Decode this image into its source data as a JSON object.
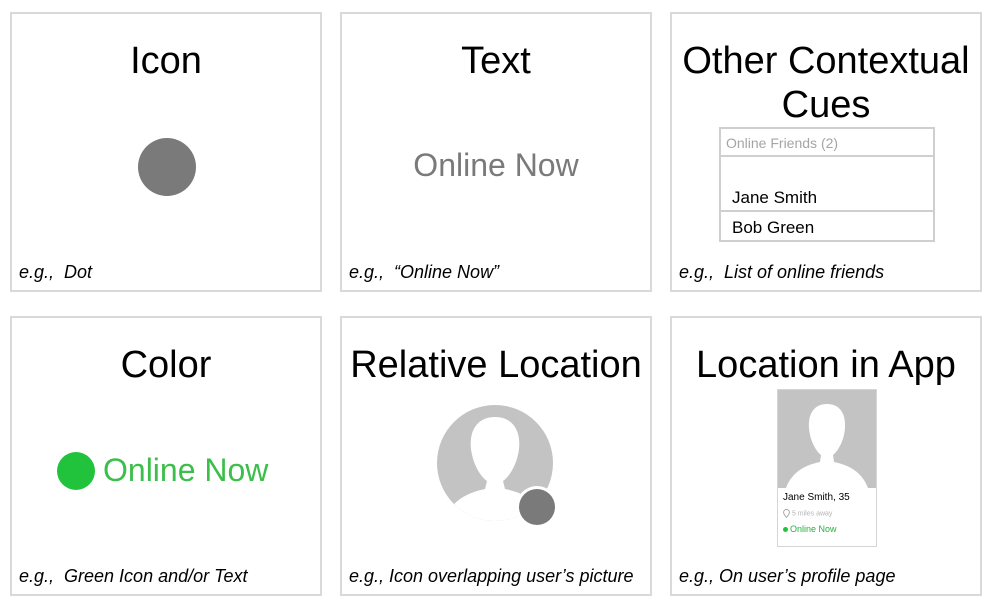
{
  "cards": {
    "icon": {
      "title": "Icon",
      "caption": "e.g.,  Dot"
    },
    "text": {
      "title": "Text",
      "sample": "Online Now",
      "caption": "e.g.,  “Online Now”"
    },
    "context": {
      "title": "Other Contextual Cues",
      "list_header": "Online Friends",
      "list_count": "(2)",
      "friends": [
        "Jane Smith",
        "Bob Green"
      ],
      "caption": "e.g.,  List of online friends"
    },
    "color": {
      "title": "Color",
      "sample": "Online Now",
      "caption": "e.g.,  Green Icon and/or Text"
    },
    "relative": {
      "title": "Relative Location",
      "caption": "e.g., Icon overlapping user’s picture"
    },
    "location": {
      "title": "Location in App",
      "profile_name": "Jane Smith, 35",
      "profile_distance": "5 miles away",
      "profile_status": "Online Now",
      "caption": "e.g., On user’s profile page"
    }
  },
  "colors": {
    "border": "#d9d9d9",
    "gray_icon": "#7a7a7a",
    "green": "#22c33c",
    "avatar_gray": "#c3c3c3"
  },
  "icons": [
    "dot-icon",
    "person-silhouette-icon",
    "location-pin-icon"
  ]
}
